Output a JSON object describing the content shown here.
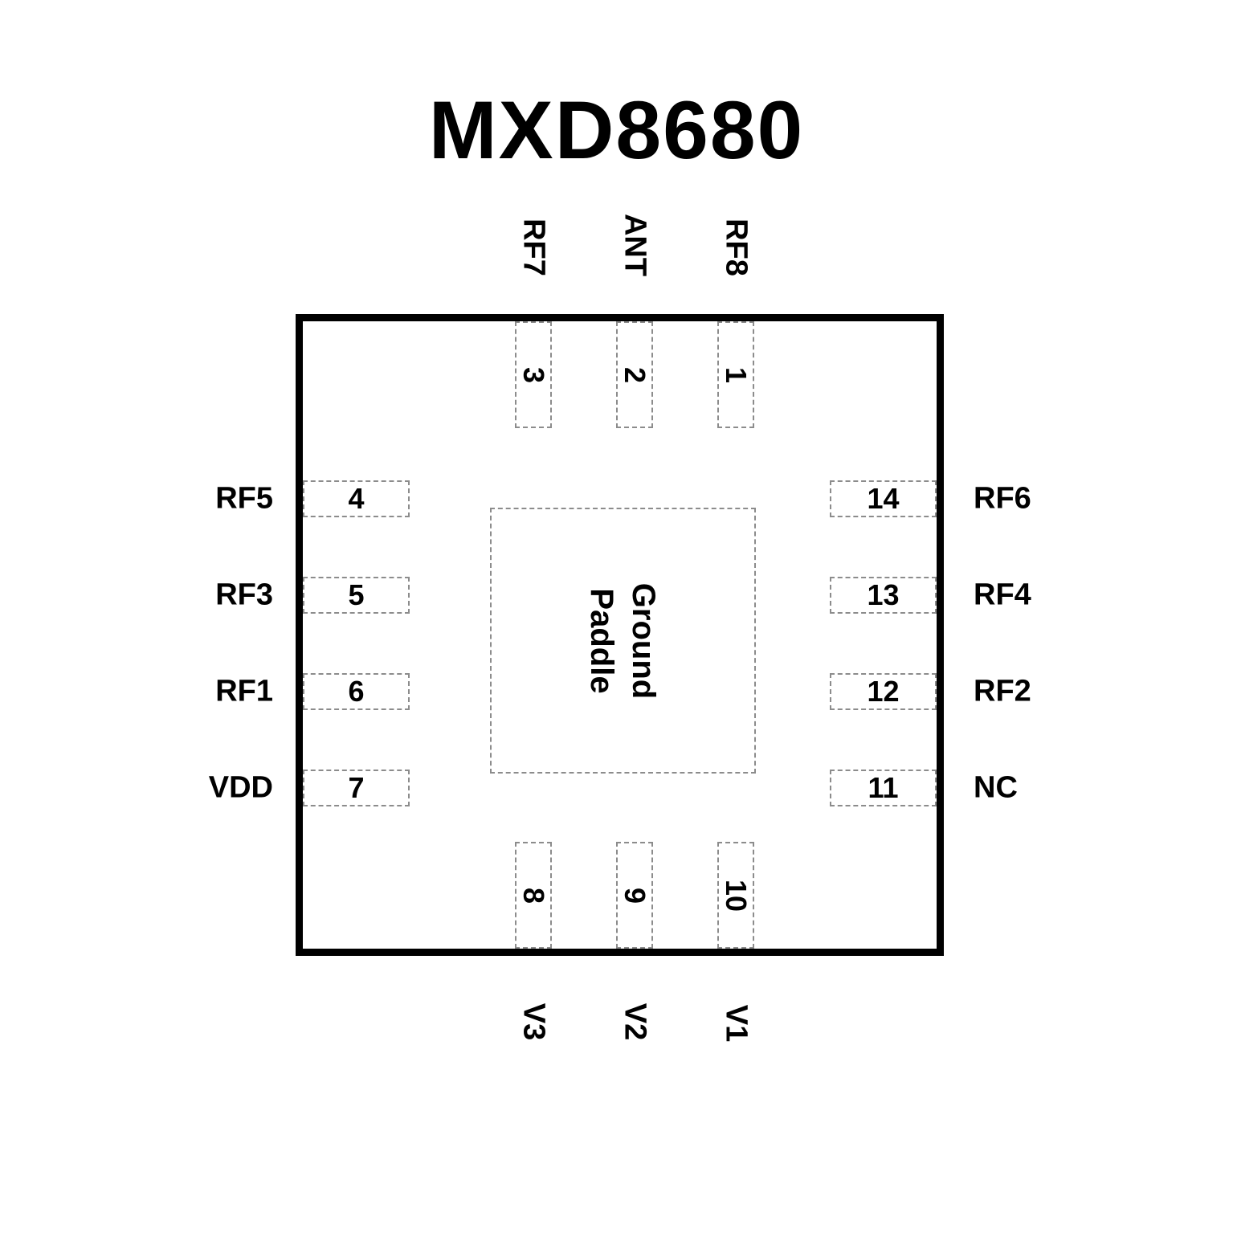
{
  "title": "MXD8680",
  "ground_paddle": {
    "line1": "Ground",
    "line2": "Paddle"
  },
  "pins": {
    "top": [
      {
        "number": "3",
        "label": "RF7"
      },
      {
        "number": "2",
        "label": "ANT"
      },
      {
        "number": "1",
        "label": "RF8"
      }
    ],
    "left": [
      {
        "number": "4",
        "label": "RF5"
      },
      {
        "number": "5",
        "label": "RF3"
      },
      {
        "number": "6",
        "label": "RF1"
      },
      {
        "number": "7",
        "label": "VDD"
      }
    ],
    "right": [
      {
        "number": "14",
        "label": "RF6"
      },
      {
        "number": "13",
        "label": "RF4"
      },
      {
        "number": "12",
        "label": "RF2"
      },
      {
        "number": "11",
        "label": "NC"
      }
    ],
    "bottom": [
      {
        "number": "8",
        "label": "V3"
      },
      {
        "number": "9",
        "label": "V2"
      },
      {
        "number": "10",
        "label": "V1"
      }
    ]
  },
  "colors": {
    "text": "#000000",
    "chip_border": "#000000",
    "pin_border": "#8c8c8c"
  }
}
